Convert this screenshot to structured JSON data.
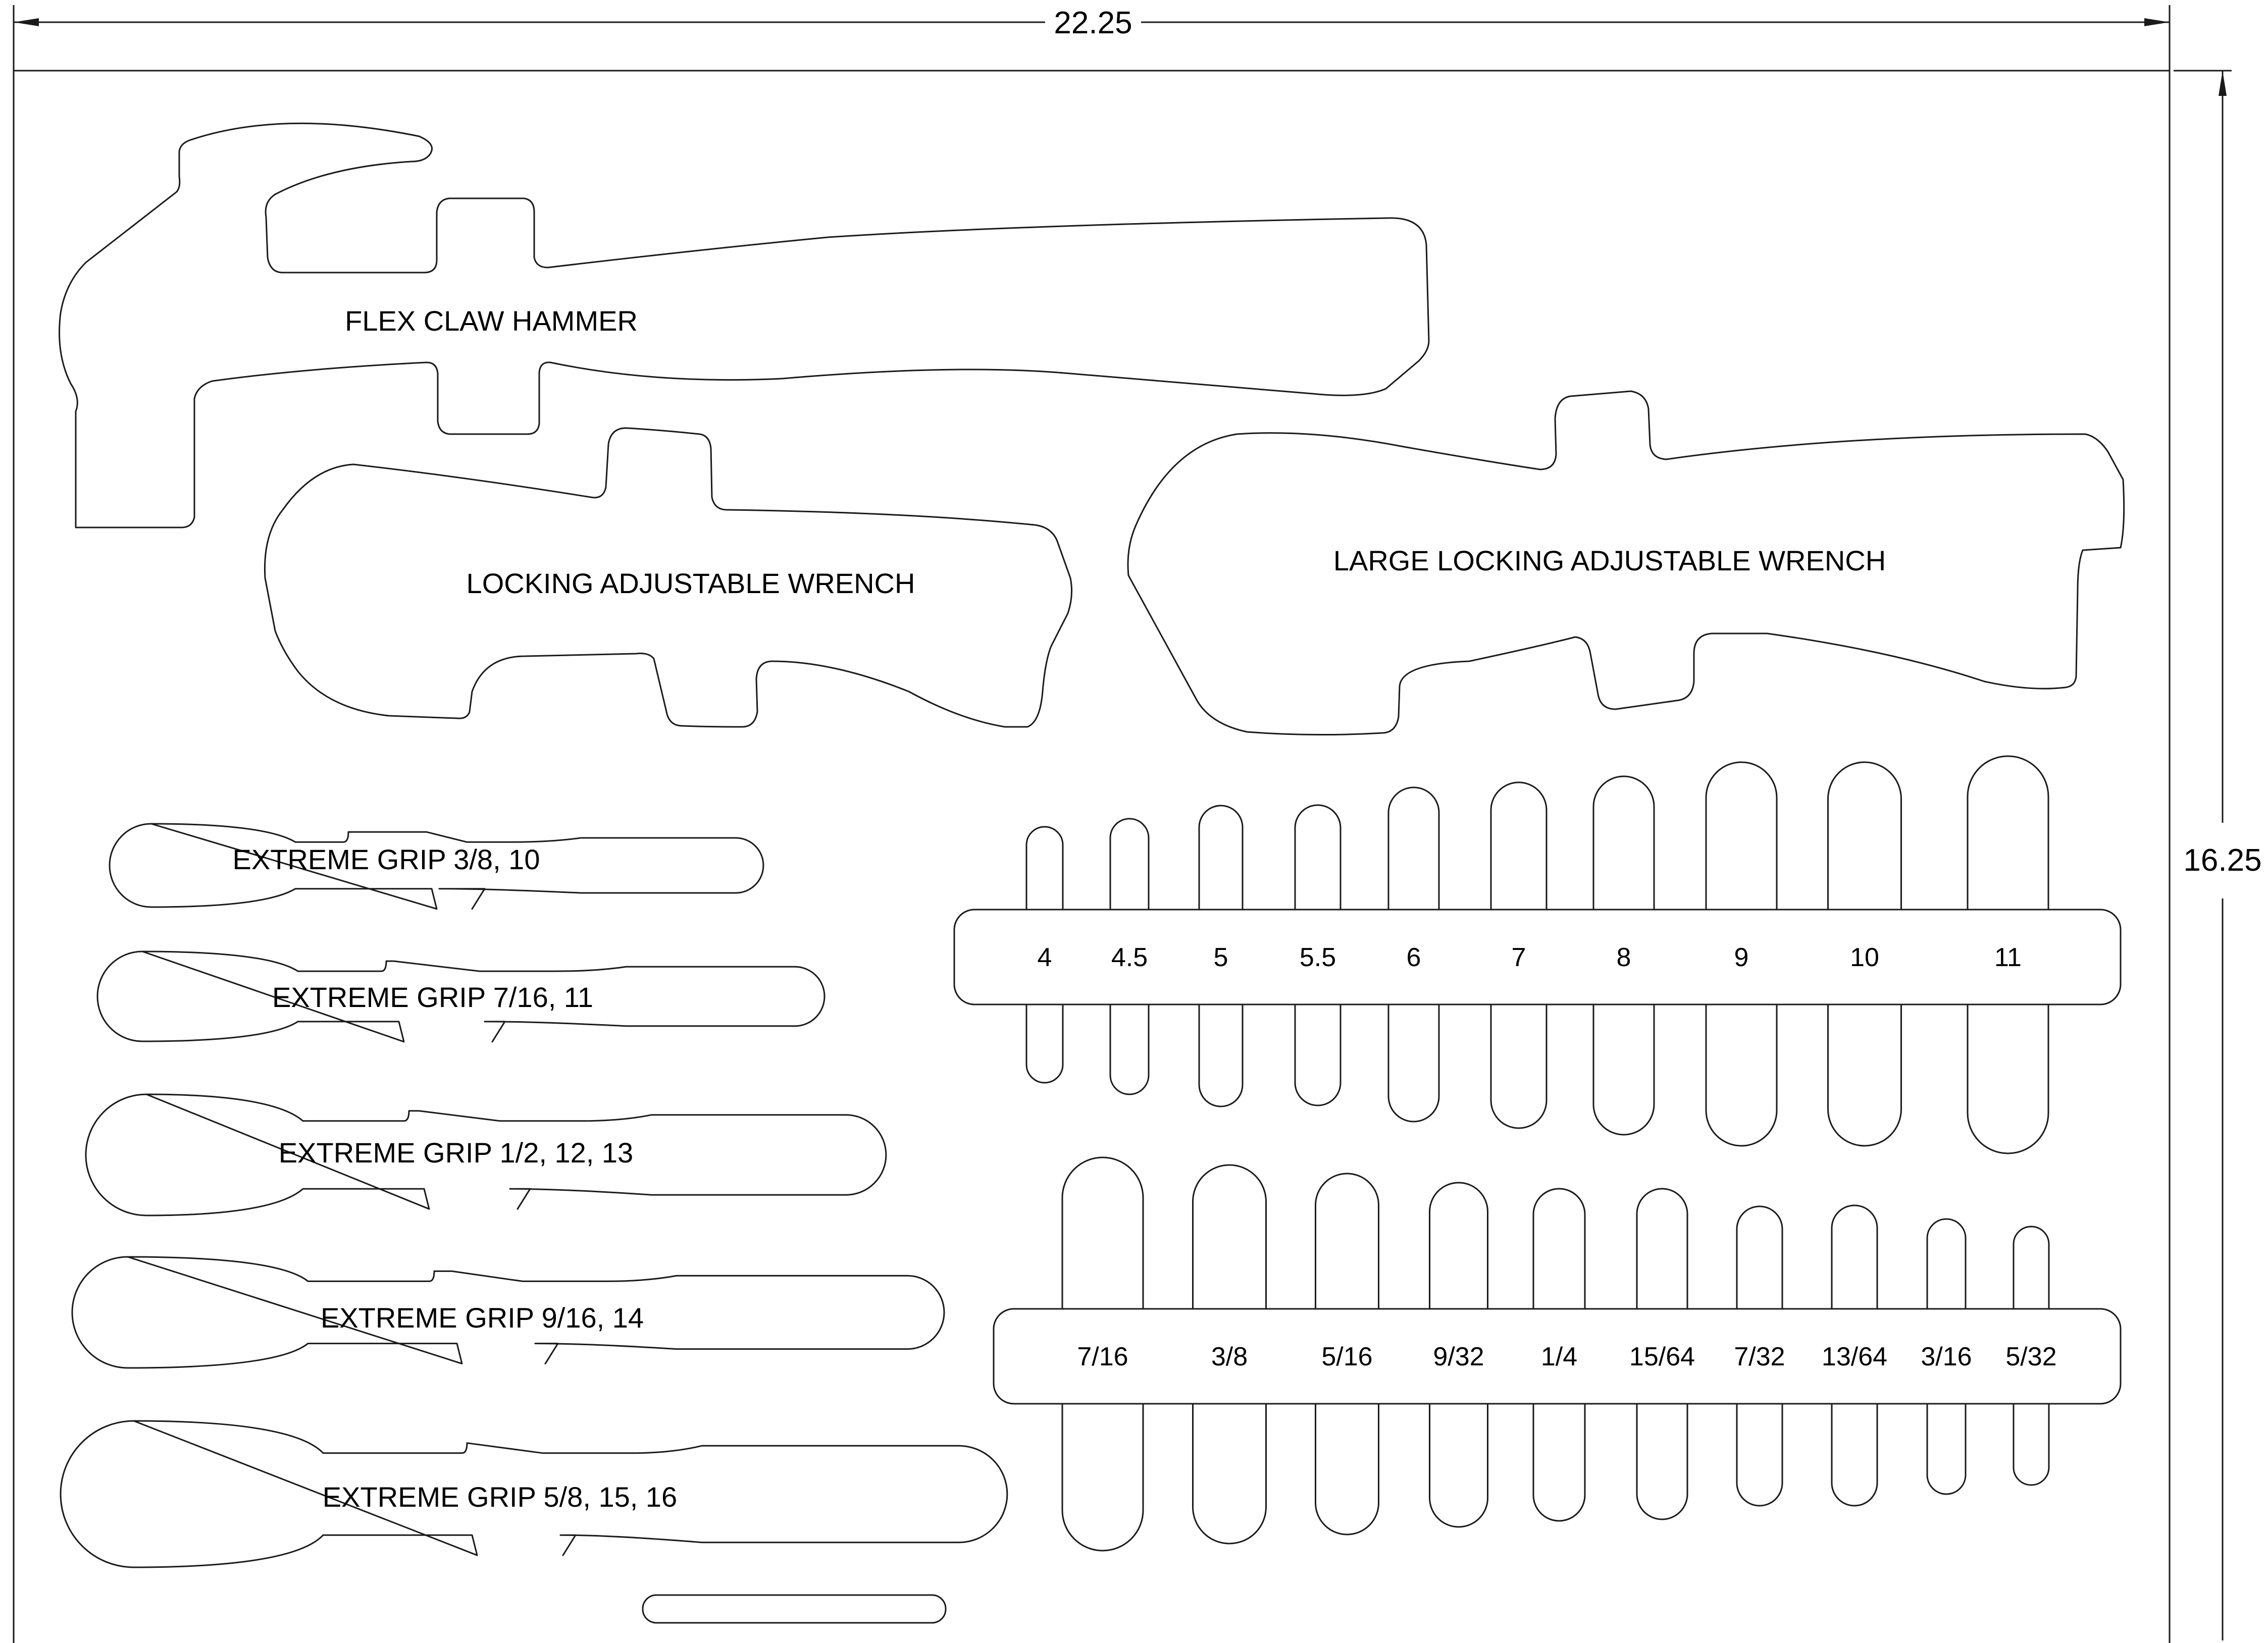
{
  "dimensions": {
    "width_label": "22.25",
    "height_label": "16.25"
  },
  "labels": {
    "hammer": "FLEX CLAW HAMMER",
    "wrench": "LOCKING ADJUSTABLE WRENCH",
    "large_wrench": "LARGE LOCKING ADJUSTABLE WRENCH",
    "grip_1": "EXTREME GRIP 3/8, 10",
    "grip_2": "EXTREME GRIP 7/16, 11",
    "grip_3": "EXTREME GRIP 1/2, 12, 13",
    "grip_4": "EXTREME GRIP 9/16, 14",
    "grip_5": "EXTREME GRIP 5/8, 15, 16"
  },
  "metric_sizes": [
    "4",
    "4.5",
    "5",
    "5.5",
    "6",
    "7",
    "8",
    "9",
    "10",
    "11"
  ],
  "sae_sizes": [
    "7/16",
    "3/8",
    "5/16",
    "9/32",
    "1/4",
    "15/64",
    "7/32",
    "13/64",
    "3/16",
    "5/32"
  ]
}
